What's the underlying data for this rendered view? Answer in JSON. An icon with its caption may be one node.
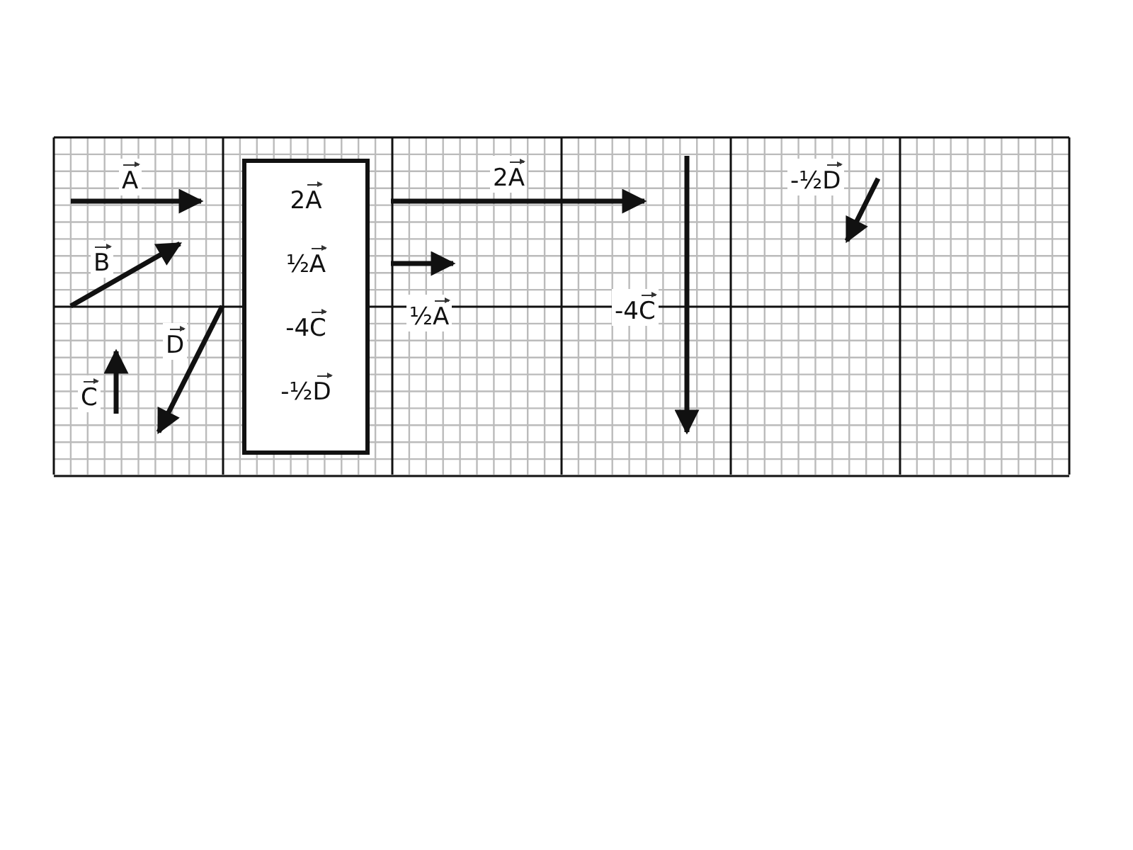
{
  "diagram": {
    "nodes": [
      {
        "text": [
          "2A",
          "½A",
          "-4C",
          "-½D"
        ]
      }
    ],
    "labels": [
      "A",
      "B",
      "C",
      "D",
      "2A",
      "½A",
      "-4C",
      "-½D"
    ]
  }
}
